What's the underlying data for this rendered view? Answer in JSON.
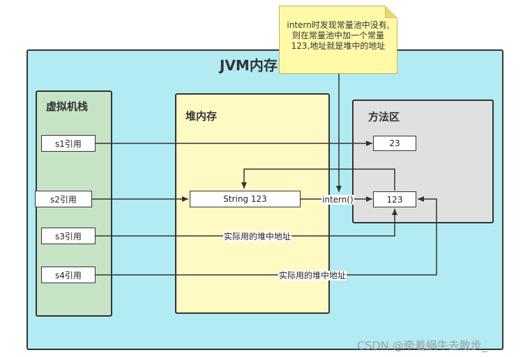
{
  "title": "JVM内存",
  "regions": {
    "stack": "虚拟机栈",
    "heap": "堆内存",
    "method_area": "方法区"
  },
  "refs": [
    "s1引用",
    "s2引用",
    "s3引用",
    "s4引用"
  ],
  "heap_object": "String 123",
  "pool_values": [
    "23",
    "123"
  ],
  "intern_call": "intern()",
  "edge_labels": [
    "实际用的堆中地址",
    "实际用的堆中地址"
  ],
  "note": "intern时发现常量池中没有,则在常量池中加一个常量123,地址就是堆中的地址",
  "watermark": "CSDN @牵着蜗牛去散步_",
  "colors": {
    "outer": "#b2ebf2",
    "stack": "#c7e3c5",
    "heap": "#fff9c4",
    "method_area": "#e0e0e0",
    "note": "#fff9a8"
  }
}
